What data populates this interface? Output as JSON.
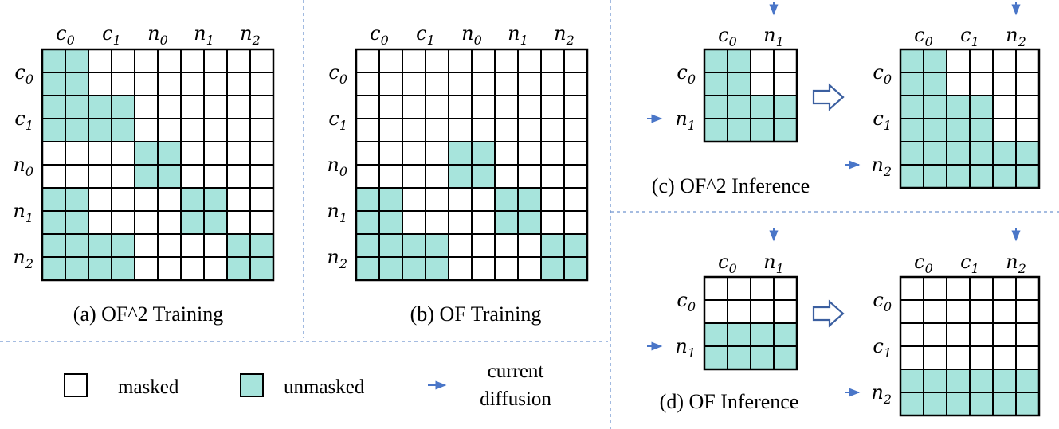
{
  "colors": {
    "unmasked": "#a7e4dc",
    "masked": "#ffffff",
    "grid": "#000000",
    "arrow": "#4a76c8",
    "divider": "#6f95cf"
  },
  "panels": [
    {
      "id": "a",
      "caption": "(a) OF^2 Training",
      "size": 10,
      "col_labels": [
        [
          "c",
          "0"
        ],
        [
          "c",
          "1"
        ],
        [
          "n",
          "0"
        ],
        [
          "n",
          "1"
        ],
        [
          "n",
          "2"
        ]
      ],
      "row_labels": [
        [
          "c",
          "0"
        ],
        [
          "c",
          "1"
        ],
        [
          "n",
          "0"
        ],
        [
          "n",
          "1"
        ],
        [
          "n",
          "2"
        ]
      ],
      "mask": [
        [
          1,
          1,
          0,
          0,
          0,
          0,
          0,
          0,
          0,
          0
        ],
        [
          1,
          1,
          0,
          0,
          0,
          0,
          0,
          0,
          0,
          0
        ],
        [
          1,
          1,
          1,
          1,
          0,
          0,
          0,
          0,
          0,
          0
        ],
        [
          1,
          1,
          1,
          1,
          0,
          0,
          0,
          0,
          0,
          0
        ],
        [
          0,
          0,
          0,
          0,
          1,
          1,
          0,
          0,
          0,
          0
        ],
        [
          0,
          0,
          0,
          0,
          1,
          1,
          0,
          0,
          0,
          0
        ],
        [
          1,
          1,
          0,
          0,
          0,
          0,
          1,
          1,
          0,
          0
        ],
        [
          1,
          1,
          0,
          0,
          0,
          0,
          1,
          1,
          0,
          0
        ],
        [
          1,
          1,
          1,
          1,
          0,
          0,
          0,
          0,
          1,
          1
        ],
        [
          1,
          1,
          1,
          1,
          0,
          0,
          0,
          0,
          1,
          1
        ]
      ]
    },
    {
      "id": "b",
      "caption": "(b) OF Training",
      "size": 10,
      "col_labels": [
        [
          "c",
          "0"
        ],
        [
          "c",
          "1"
        ],
        [
          "n",
          "0"
        ],
        [
          "n",
          "1"
        ],
        [
          "n",
          "2"
        ]
      ],
      "row_labels": [
        [
          "c",
          "0"
        ],
        [
          "c",
          "1"
        ],
        [
          "n",
          "0"
        ],
        [
          "n",
          "1"
        ],
        [
          "n",
          "2"
        ]
      ],
      "mask": [
        [
          0,
          0,
          0,
          0,
          0,
          0,
          0,
          0,
          0,
          0
        ],
        [
          0,
          0,
          0,
          0,
          0,
          0,
          0,
          0,
          0,
          0
        ],
        [
          0,
          0,
          0,
          0,
          0,
          0,
          0,
          0,
          0,
          0
        ],
        [
          0,
          0,
          0,
          0,
          0,
          0,
          0,
          0,
          0,
          0
        ],
        [
          0,
          0,
          0,
          0,
          1,
          1,
          0,
          0,
          0,
          0
        ],
        [
          0,
          0,
          0,
          0,
          1,
          1,
          0,
          0,
          0,
          0
        ],
        [
          1,
          1,
          0,
          0,
          0,
          0,
          1,
          1,
          0,
          0
        ],
        [
          1,
          1,
          0,
          0,
          0,
          0,
          1,
          1,
          0,
          0
        ],
        [
          1,
          1,
          1,
          1,
          0,
          0,
          0,
          0,
          1,
          1
        ],
        [
          1,
          1,
          1,
          1,
          0,
          0,
          0,
          0,
          1,
          1
        ]
      ]
    },
    {
      "id": "c-small",
      "caption": "(c) OF^2 Inference",
      "size": 4,
      "col_labels": [
        [
          "c",
          "0"
        ],
        [
          "n",
          "1"
        ]
      ],
      "row_labels": [
        [
          "c",
          "0"
        ],
        [
          "n",
          "1"
        ]
      ],
      "arrow_col": 1,
      "arrow_row": 1,
      "mask": [
        [
          1,
          1,
          0,
          0
        ],
        [
          1,
          1,
          0,
          0
        ],
        [
          1,
          1,
          1,
          1
        ],
        [
          1,
          1,
          1,
          1
        ]
      ]
    },
    {
      "id": "c-large",
      "caption": "",
      "size": 6,
      "col_labels": [
        [
          "c",
          "0"
        ],
        [
          "c",
          "1"
        ],
        [
          "n",
          "2"
        ]
      ],
      "row_labels": [
        [
          "c",
          "0"
        ],
        [
          "c",
          "1"
        ],
        [
          "n",
          "2"
        ]
      ],
      "arrow_col": 2,
      "arrow_row": 2,
      "mask": [
        [
          1,
          1,
          0,
          0,
          0,
          0
        ],
        [
          1,
          1,
          0,
          0,
          0,
          0
        ],
        [
          1,
          1,
          1,
          1,
          0,
          0
        ],
        [
          1,
          1,
          1,
          1,
          0,
          0
        ],
        [
          1,
          1,
          1,
          1,
          1,
          1
        ],
        [
          1,
          1,
          1,
          1,
          1,
          1
        ]
      ]
    },
    {
      "id": "d-small",
      "caption": "(d) OF Inference",
      "size": 4,
      "col_labels": [
        [
          "c",
          "0"
        ],
        [
          "n",
          "1"
        ]
      ],
      "row_labels": [
        [
          "c",
          "0"
        ],
        [
          "n",
          "1"
        ]
      ],
      "arrow_col": 1,
      "arrow_row": 1,
      "mask": [
        [
          0,
          0,
          0,
          0
        ],
        [
          0,
          0,
          0,
          0
        ],
        [
          1,
          1,
          1,
          1
        ],
        [
          1,
          1,
          1,
          1
        ]
      ]
    },
    {
      "id": "d-large",
      "caption": "",
      "size": 6,
      "col_labels": [
        [
          "c",
          "0"
        ],
        [
          "c",
          "1"
        ],
        [
          "n",
          "2"
        ]
      ],
      "row_labels": [
        [
          "c",
          "0"
        ],
        [
          "c",
          "1"
        ],
        [
          "n",
          "2"
        ]
      ],
      "arrow_col": 2,
      "arrow_row": 2,
      "mask": [
        [
          0,
          0,
          0,
          0,
          0,
          0
        ],
        [
          0,
          0,
          0,
          0,
          0,
          0
        ],
        [
          0,
          0,
          0,
          0,
          0,
          0
        ],
        [
          0,
          0,
          0,
          0,
          0,
          0
        ],
        [
          1,
          1,
          1,
          1,
          1,
          1
        ],
        [
          1,
          1,
          1,
          1,
          1,
          1
        ]
      ]
    }
  ],
  "legend": {
    "masked": "masked",
    "unmasked": "unmasked",
    "current_line1": "current",
    "current_line2": "diffusion"
  }
}
